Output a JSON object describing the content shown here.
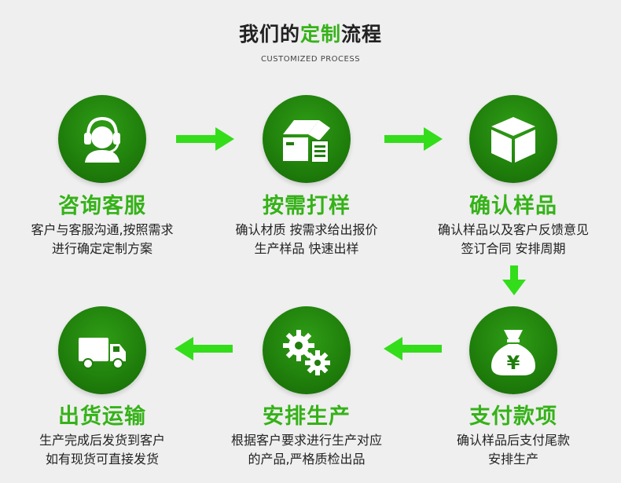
{
  "header": {
    "title_prefix": "我们的",
    "title_accent": "定制",
    "title_suffix": "流程",
    "subtitle": "CUSTOMIZED PROCESS"
  },
  "steps": [
    {
      "title": "咨询客服",
      "line1": "客户与客服沟通,按照需求",
      "line2": "进行确定定制方案",
      "icon": "customer-service-headset-icon"
    },
    {
      "title": "按需打样",
      "line1": "确认材质 按需求给出报价",
      "line2": "生产样品 快速出样",
      "icon": "open-box-icon"
    },
    {
      "title": "确认样品",
      "line1": "确认样品以及客户反馈意见",
      "line2": "签订合同 安排周期",
      "icon": "cube-icon"
    },
    {
      "title": "支付款项",
      "line1": "确认样品后支付尾款",
      "line2": "安排生产",
      "icon": "money-bag-yen-icon"
    },
    {
      "title": "安排生产",
      "line1": "根据客户要求进行生产对应",
      "line2": "的产品,严格质检出品",
      "icon": "gears-icon"
    },
    {
      "title": "出货运输",
      "line1": "生产完成后发货到客户",
      "line2": "如有现货可直接发货",
      "icon": "delivery-truck-icon"
    }
  ],
  "colors": {
    "accent": "#35b218",
    "circle": "#1f7e0b",
    "arrow": "#33dd1a"
  },
  "yen_symbol": "¥"
}
